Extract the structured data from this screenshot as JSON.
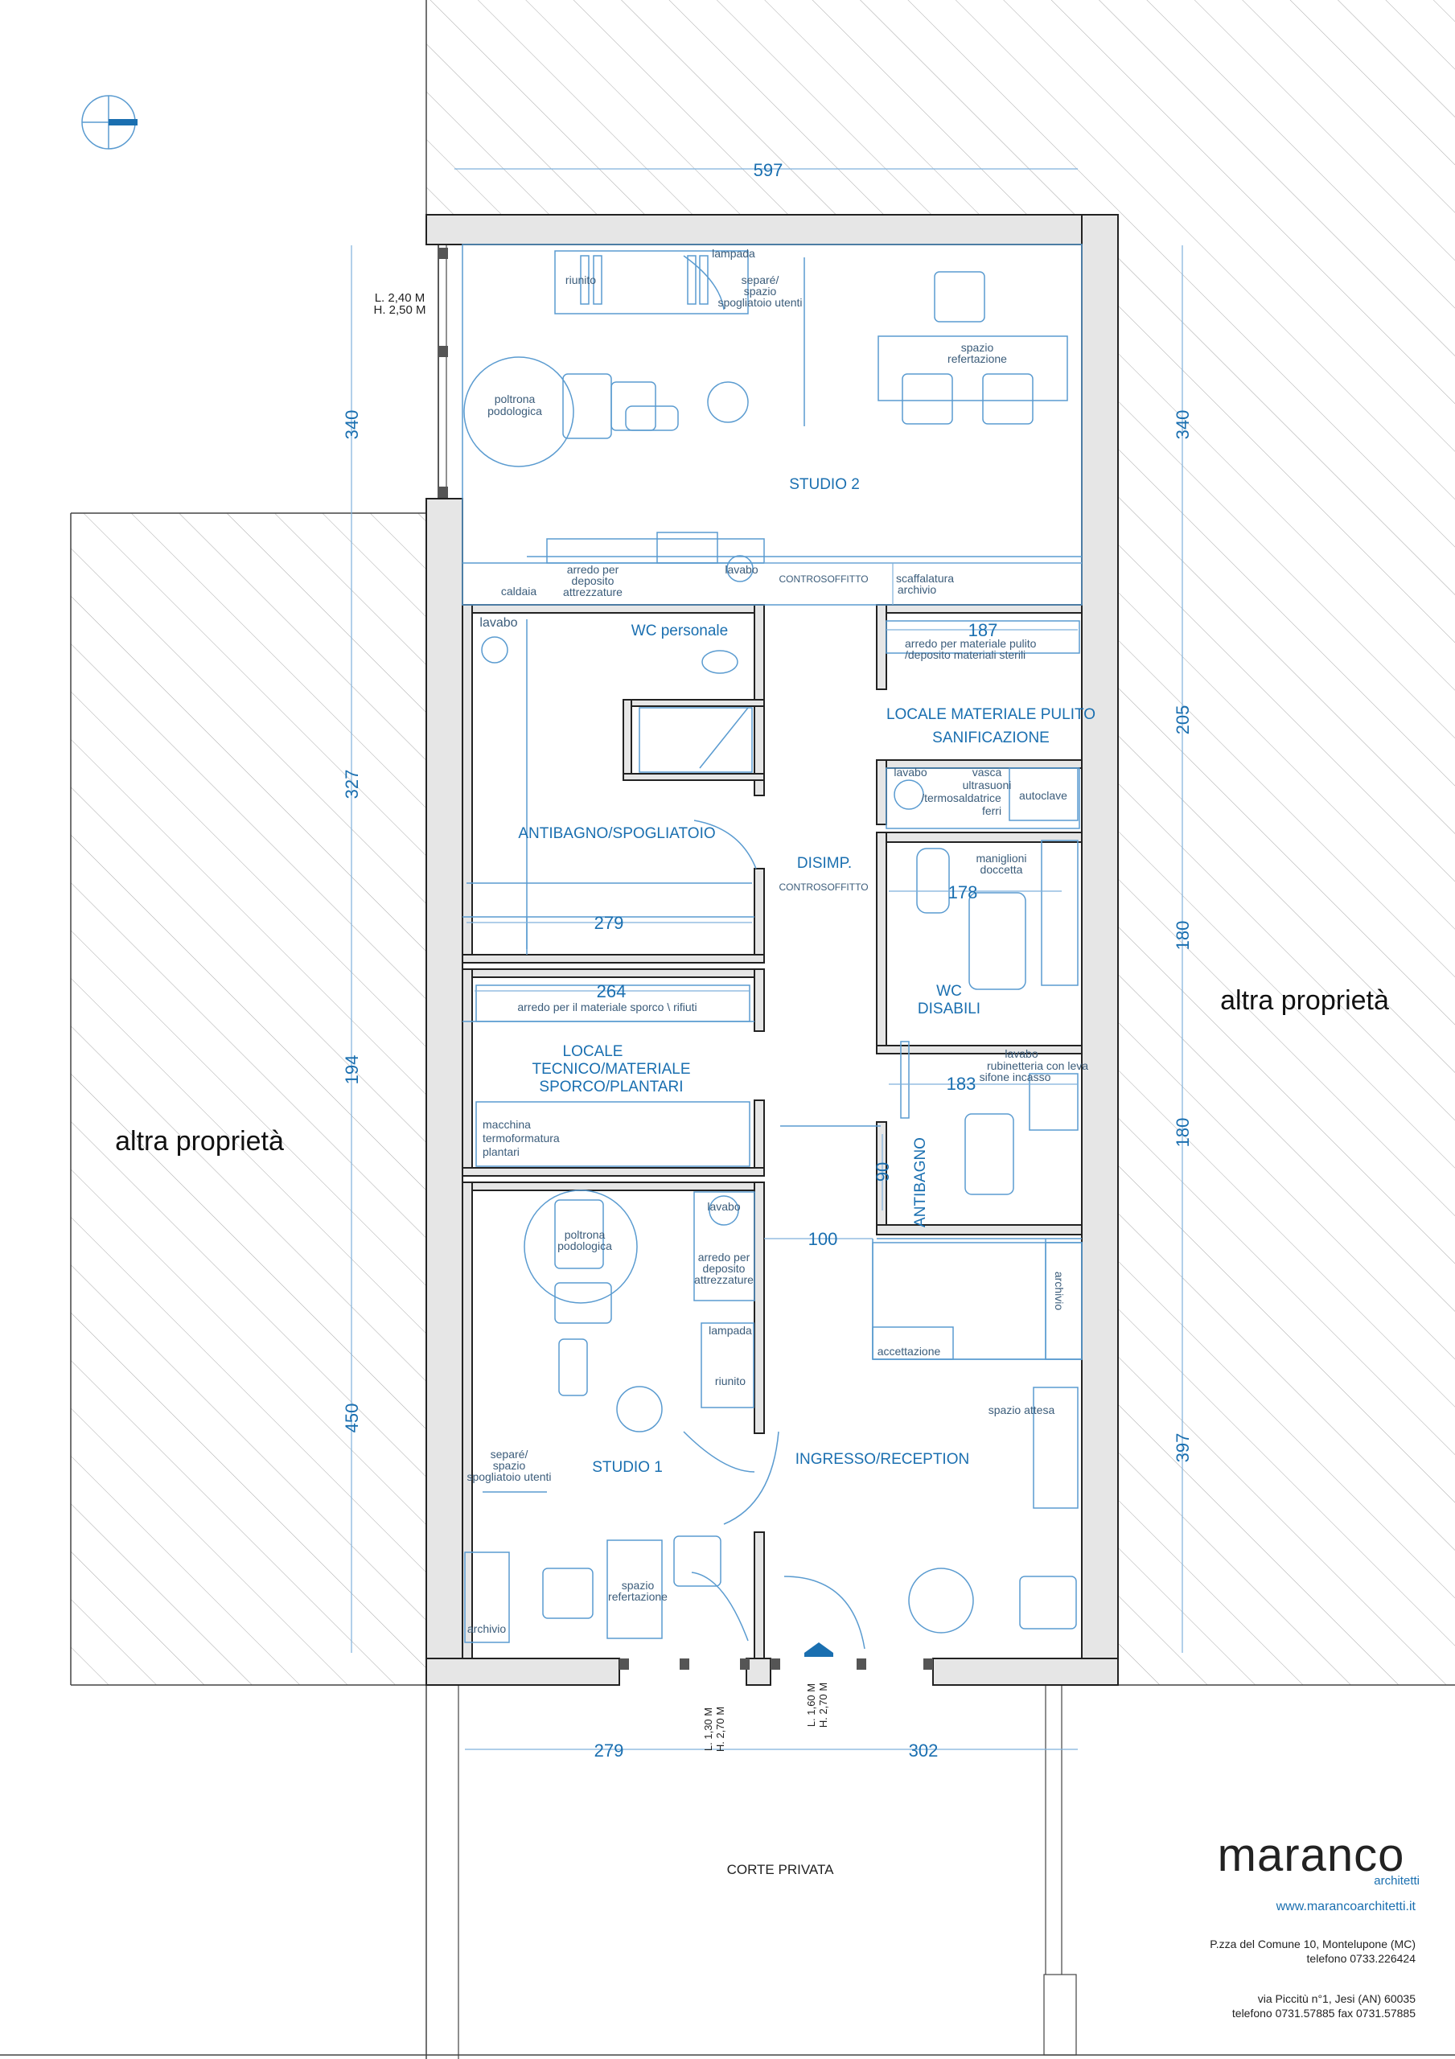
{
  "rooms": {
    "studio2": "STUDIO 2",
    "wc_personale": "WC personale",
    "locale_pulito": "LOCALE MATERIALE PULITO",
    "sanificazione": "SANIFICAZIONE",
    "antibagno_spogliatoio": "ANTIBAGNO/SPOGLIATOIO",
    "disimp": "DISIMP.",
    "wc_disabili_1": "WC",
    "wc_disabili_2": "DISABILI",
    "locale_tecnico_1": "LOCALE",
    "locale_tecnico_2": "TECNICO/MATERIALE",
    "locale_tecnico_3": "SPORCO/PLANTARI",
    "antibagno": "ANTIBAGNO",
    "studio1": "STUDIO 1",
    "ingresso": "INGRESSO/RECEPTION",
    "corte": "CORTE PRIVATA",
    "altra_sx": "altra proprietà",
    "altra_dx": "altra proprietà"
  },
  "labels": {
    "lampada_top": "lampada",
    "riunito_top": "riunito",
    "separe_top_1": "separé/",
    "separe_top_2": "spazio",
    "separe_top_3": "spogliatoio utenti",
    "window_l": "L. 2,40 M",
    "window_h": "H. 2,50 M",
    "spazio_ref_top_1": "spazio",
    "spazio_ref_top_2": "refertazione",
    "poltrona_top_1": "poltrona",
    "poltrona_top_2": "podologica",
    "caldaia": "caldaia",
    "arredo_top_1": "arredo per",
    "arredo_top_2": "deposito",
    "arredo_top_3": "attrezzature",
    "lavabo_top": "lavabo",
    "controsoffitto_1": "CONTROSOFFITTO",
    "scaffalatura_1": "scaffalatura",
    "scaffalatura_2": "archivio",
    "lavabo_wc": "lavabo",
    "arredo_pulito_1": "arredo per materiale pulito",
    "arredo_pulito_2": "/deposito materiali sterili",
    "lavabo_san": "lavabo",
    "vasca_1": "vasca",
    "vasca_2": "ultrasuoni",
    "vasca_3": "/termosaldatrice",
    "vasca_4": "ferri",
    "autoclave": "autoclave",
    "controsoffitto_2": "CONTROSOFFITTO",
    "maniglioni_1": "maniglioni",
    "maniglioni_2": "doccetta",
    "arredo_sporco": "arredo per il materiale sporco \\ rifiuti",
    "lavabo_wcd_1": "lavabo",
    "lavabo_wcd_2": "rubinetteria con leva",
    "lavabo_wcd_3": "sifone incasso",
    "macchina_1": "macchina",
    "macchina_2": "termoformatura",
    "macchina_3": "plantari",
    "poltrona_s1_1": "poltrona",
    "poltrona_s1_2": "podologica",
    "lavabo_s1": "lavabo",
    "arredo_s1_1": "arredo per",
    "arredo_s1_2": "deposito",
    "arredo_s1_3": "attrezzature",
    "lampada_s1": "lampada",
    "riunito_s1": "riunito",
    "archivio_rec": "archivio",
    "accettazione": "accettazione",
    "spazio_attesa": "spazio attesa",
    "separe_s1_1": "separé/",
    "separe_s1_2": "spazio",
    "separe_s1_3": "spogliatoio utenti",
    "spazio_ref_s1_1": "spazio",
    "spazio_ref_s1_2": "refertazione",
    "archivio_s1": "archivio",
    "door1_l": "L. 1,30 M",
    "door1_h": "H. 2,70 M",
    "door2_l": "L. 1,60 M",
    "door2_h": "H. 2,70 M"
  },
  "dimensions": {
    "top": "597",
    "left_340": "340",
    "left_327": "327",
    "left_194": "194",
    "left_450": "450",
    "right_340": "340",
    "right_205": "205",
    "right_180a": "180",
    "right_180b": "180",
    "right_397": "397",
    "d187": "187",
    "d279": "279",
    "d178": "178",
    "d264": "264",
    "d183": "183",
    "d90": "90",
    "d100": "100",
    "bottom_279": "279",
    "bottom_302": "302"
  },
  "brand": {
    "name": "maranco",
    "sub": "architetti",
    "web": "www.marancoarchitetti.it",
    "addr1_line1": "P.zza del Comune 10, Montelupone (MC)",
    "addr1_line2": "telefono 0733.226424",
    "addr2_line1": "via Piccitù n°1, Jesi (AN) 60035",
    "addr2_line2": "telefono 0731.57885 fax 0731.57885"
  },
  "colors": {
    "accent": "#1a6fb0",
    "furniture": "#5a9bd0",
    "wall": "#e6e6e6"
  }
}
